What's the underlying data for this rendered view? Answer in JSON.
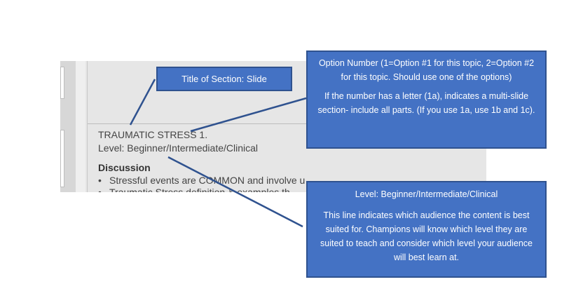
{
  "notes": {
    "slide_title": "TRAUMATIC STRESS 1.",
    "level_line": "Level: Beginner/Intermediate/Clinical",
    "section_heading": "Discussion",
    "bullet_1": "Stressful events are COMMON and involve u",
    "bullet_2": "Traumatic Stress definition & examples th"
  },
  "callouts": {
    "title": "Title of Section: Slide",
    "option_p1": "Option Number (1=Option #1 for this topic, 2=Option #2 for this topic. Should use one of the options)",
    "option_p2": "If the number has a letter (1a), indicates a multi-slide section- include all parts. (If you use 1a, use 1b and 1c).",
    "level_heading": "Level: Beginner/Intermediate/Clinical",
    "level_body": "This line indicates which audience the content is best suited for. Champions will know which level they are suited to teach and consider which level your audience will best learn at."
  },
  "colors": {
    "callout_fill": "#4472c4",
    "callout_border": "#2f528f",
    "leader_line": "#2f528f"
  },
  "bullet_glyph": "•"
}
